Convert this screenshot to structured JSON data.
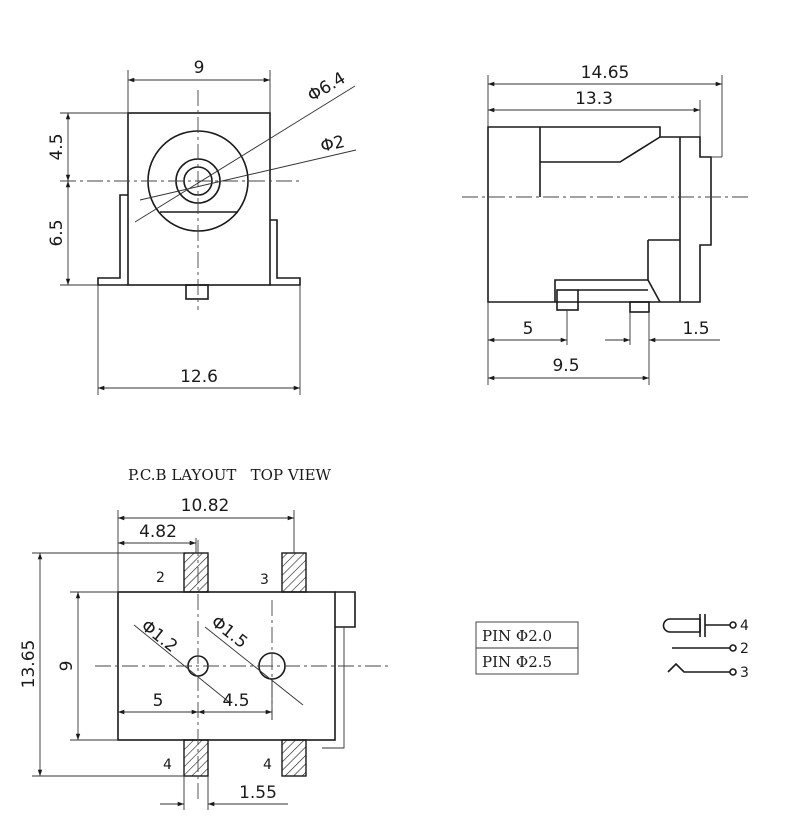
{
  "front_view": {
    "dim_width_top": "9",
    "dim_upper_height": "4.5",
    "dim_lower_height": "6.5",
    "dim_width_bottom": "12.6",
    "dim_outer_dia": "Φ6.4",
    "dim_inner_dia": "Φ2"
  },
  "side_view": {
    "dim_overall_length": "14.65",
    "dim_body_length": "13.3",
    "dim_pin_offset": "5",
    "dim_pin_width": "1.5",
    "dim_pin_pitch": "9.5"
  },
  "pcb_layout": {
    "title": "P.C.B LAYOUT   TOP VIEW",
    "dim_total_width": "10.82",
    "dim_left_offset": "4.82",
    "dim_total_height": "13.65",
    "dim_inner_height": "9",
    "dim_hole1": "Φ1.2",
    "dim_hole2": "Φ1.5",
    "dim_hole1_x": "5",
    "dim_hole_spacing": "4.5",
    "dim_pad_width": "1.55",
    "pin_labels": {
      "top_left": "2",
      "top_right": "3",
      "bottom_left": "4",
      "bottom_right": "4"
    }
  },
  "pin_table": {
    "rows": [
      "PIN Φ2.0",
      "PIN Φ2.5"
    ]
  },
  "schematic": {
    "pins": [
      "4",
      "2",
      "3"
    ]
  }
}
